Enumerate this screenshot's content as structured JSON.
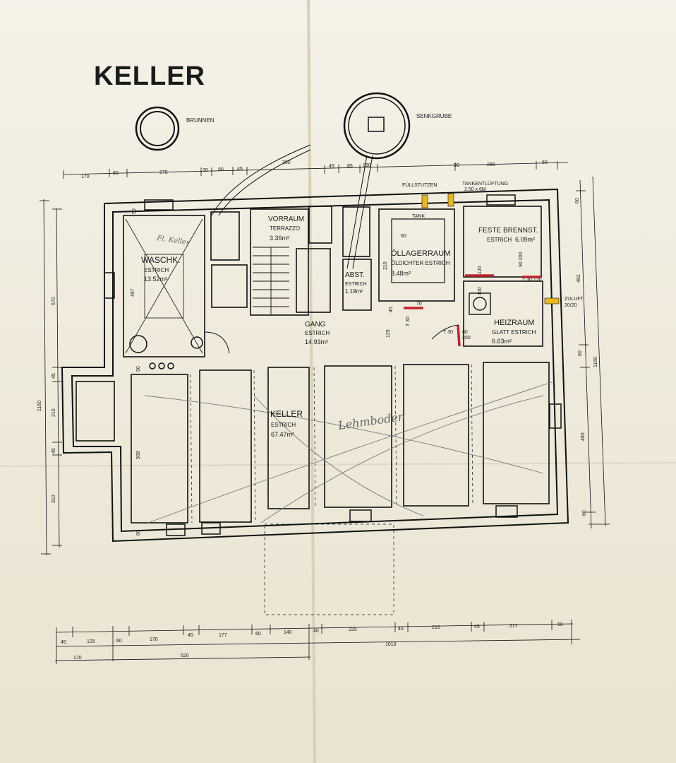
{
  "title": "KELLER",
  "annotations": {
    "well": "BRUNNEN",
    "cesspit": "SENKGRUBE",
    "fill_pipe": "FÜLLSTUTZEN",
    "tank_vent": "TANKENTLÜFTUNG",
    "tank_vent_size": "2.50 x 6M",
    "fresh_air": "ZULUFT",
    "fresh_air_size": "20/20",
    "tank": "TANK"
  },
  "rooms": {
    "waschk": {
      "name": "WASCHK.",
      "floor": "ESTRICH",
      "area": "13.52m²"
    },
    "vorraum": {
      "name": "VORRAUM",
      "floor": "TERRAZZO",
      "area": "3.36m²"
    },
    "abst": {
      "name": "ABST.",
      "floor": "ESTRICH",
      "area": "1.19m²"
    },
    "oellager": {
      "name": "ÖLLAGERRAUM",
      "floor": "ÖLDICHTER ESTRICH",
      "area": "8.48m²"
    },
    "feste": {
      "name": "FESTE BRENNST.",
      "floor": "ESTRICH",
      "area": "6.09m²"
    },
    "heizraum": {
      "name": "HEIZRAUM",
      "floor": "GLATT ESTRICH",
      "area": "6.63m²"
    },
    "gang": {
      "name": "GANG",
      "floor": "ESTRICH",
      "area": "14.93m²"
    },
    "keller": {
      "name": "KELLER",
      "floor": "ESTRICH",
      "area": "67.47m²"
    }
  },
  "handwritten": {
    "note_top": "Fl. Keller",
    "note_floor": "Lehmboden"
  },
  "dimensions": {
    "top_row": [
      "170",
      "80",
      "275",
      "30",
      "90",
      "45",
      "280",
      "45",
      "85",
      "130",
      "30",
      "265",
      "60"
    ],
    "bottom_row1": [
      "45",
      "125",
      "60",
      "170",
      "45",
      "177",
      "60",
      "140",
      "40",
      "225",
      "45",
      "210",
      "45",
      "217",
      "60"
    ],
    "bottom_row2_total": "1010",
    "bottom_row3": [
      "170",
      "520"
    ],
    "left_side": [
      "570",
      "45",
      "210",
      "45",
      "310",
      "1160"
    ],
    "right_side": [
      "60",
      "492",
      "60",
      "1160",
      "480",
      "60"
    ],
    "interior": [
      "50",
      "497",
      "50",
      "508",
      "60",
      "210",
      "125",
      "45",
      "60",
      "70",
      "T 30",
      "80",
      "200",
      "120",
      "T 30",
      "90 200",
      "T 30 120",
      "100"
    ]
  }
}
